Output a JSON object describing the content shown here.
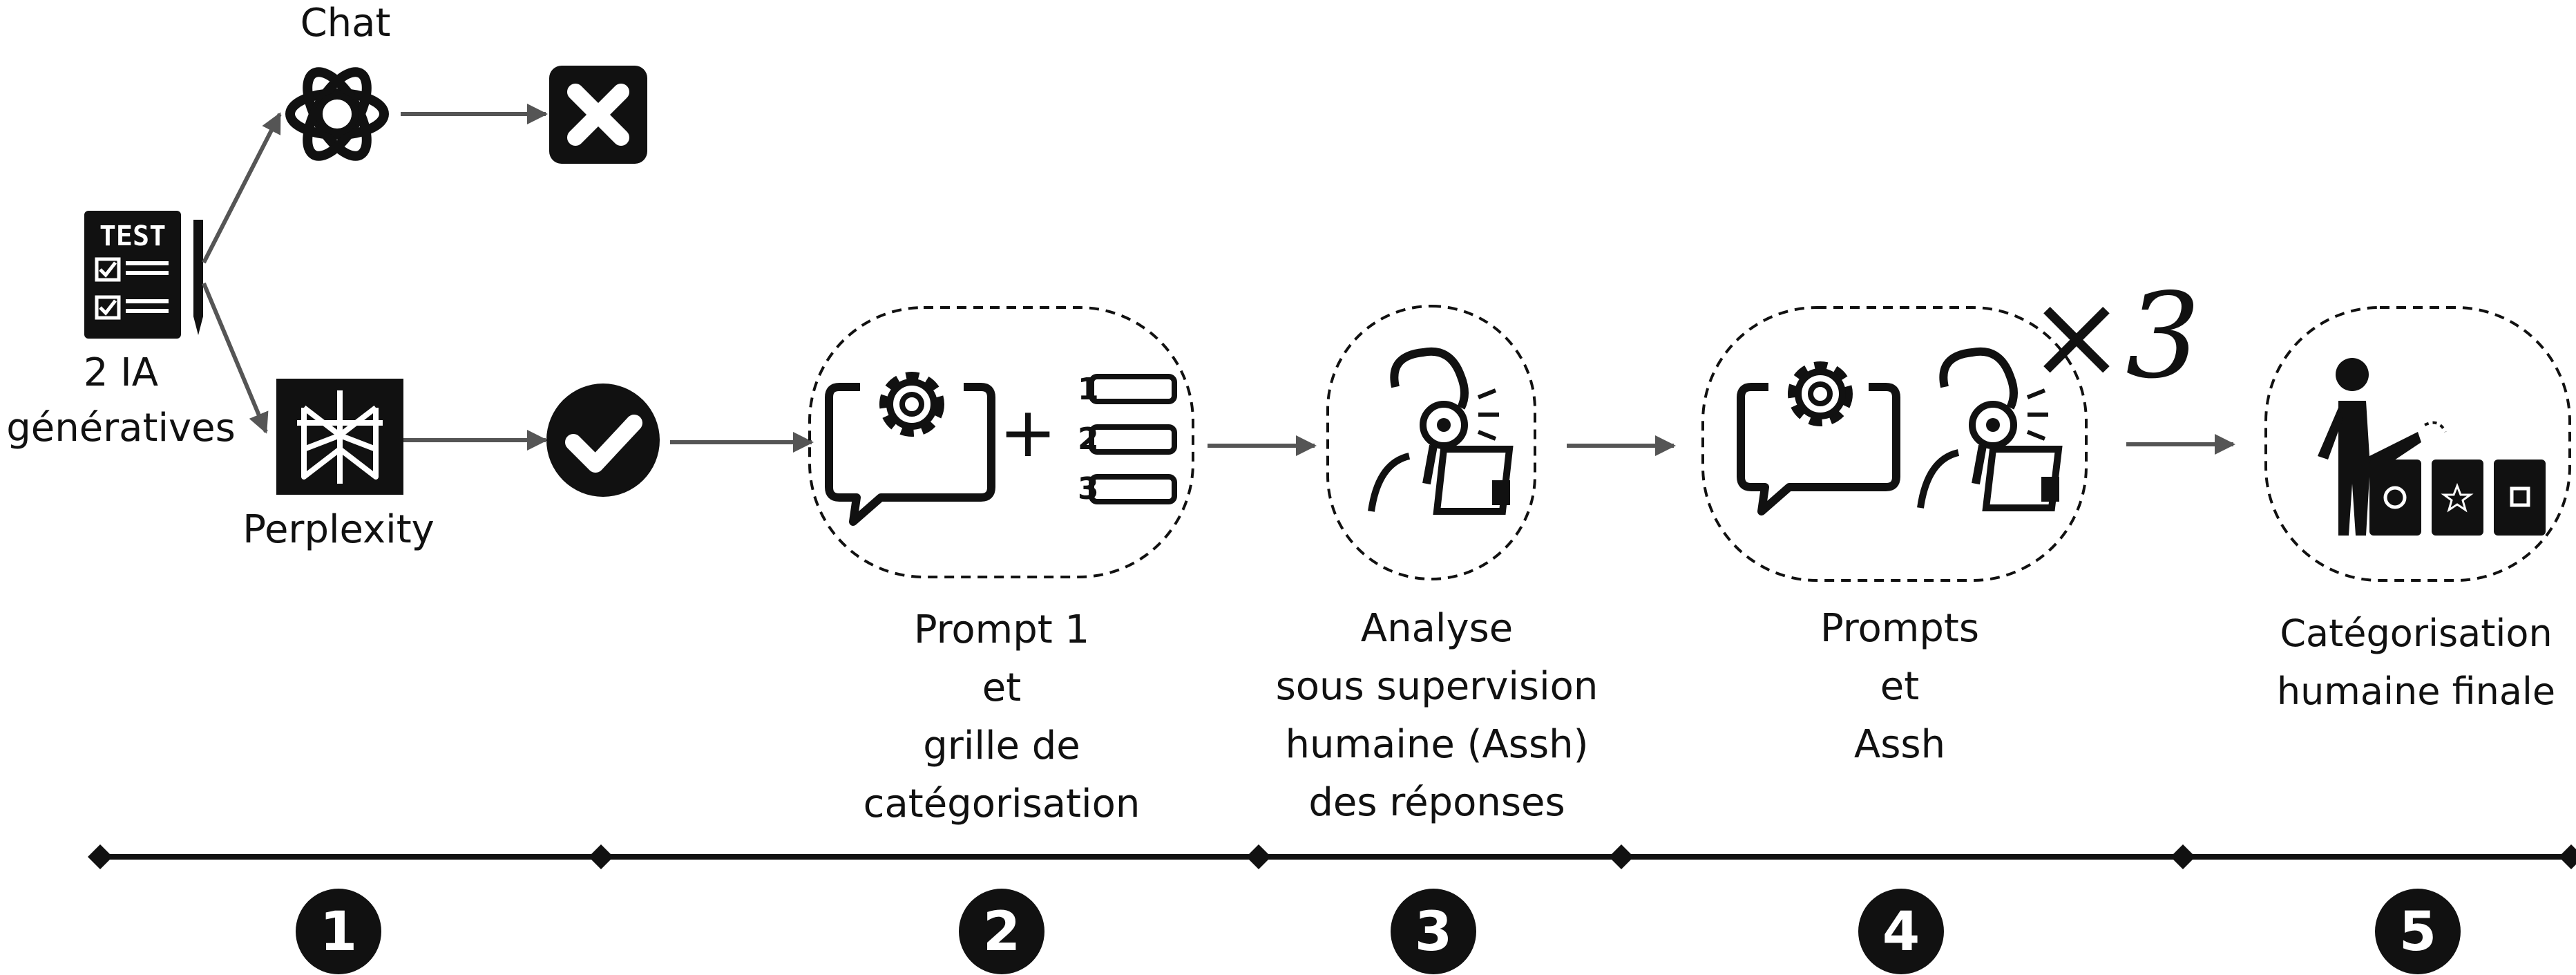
{
  "step1": {
    "source_caption": [
      "2 IA",
      "génératives"
    ],
    "tool_top_label": "Chat",
    "tool_bottom_label": "Perplexity",
    "test_icon_text": "TEST"
  },
  "steps": [
    {
      "badge": "1"
    },
    {
      "badge": "2",
      "caption": [
        "Prompt 1",
        "et",
        "grille de",
        "catégorisation"
      ]
    },
    {
      "badge": "3",
      "caption": [
        "Analyse",
        "sous supervision",
        "humaine (Assh)",
        "des réponses"
      ]
    },
    {
      "badge": "4",
      "caption": [
        "Prompts",
        "et",
        "Assh"
      ],
      "repeat_mark": "×3"
    },
    {
      "badge": "5",
      "caption": [
        "Catégorisation",
        "humaine finale"
      ]
    }
  ],
  "grid_rows": [
    "1",
    "2",
    "3"
  ],
  "colors": {
    "ink": "#111111",
    "arrow": "#555555",
    "accent": "#ffffff"
  }
}
